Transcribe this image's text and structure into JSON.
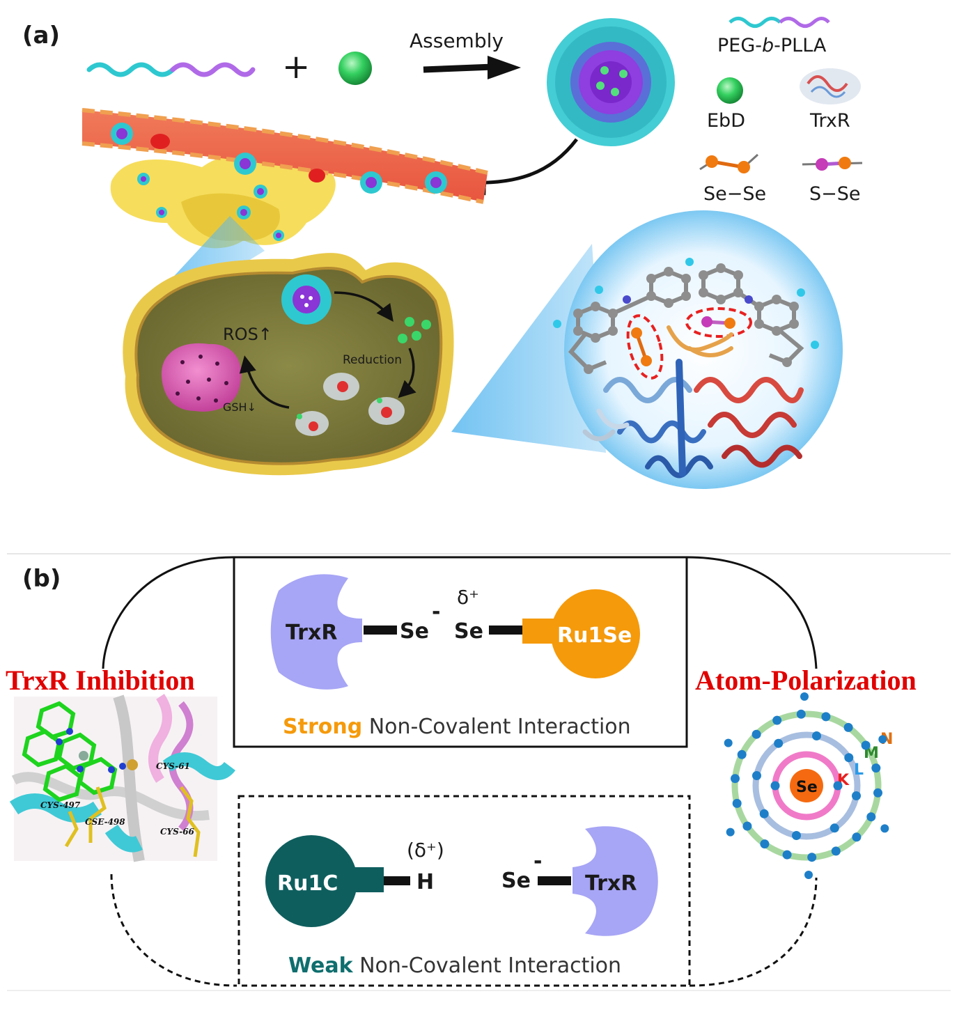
{
  "panel_a": {
    "label": "(a)",
    "assembly_label": "Assembly",
    "plus": "+",
    "legend": {
      "polymer": "PEG-",
      "polymer_italic": "b",
      "polymer_end": "-PLLA",
      "ebd": "EbD",
      "trxr": "TrxR",
      "se_se": "Se−Se",
      "s_se": "S−Se"
    },
    "cell": {
      "ros": "ROS↑",
      "reduction": "Reduction",
      "gsh": "GSH↓"
    }
  },
  "panel_b": {
    "label": "(b)",
    "left_title": "TrxR Inhibition",
    "right_title": "Atom-Polarization",
    "top_box": {
      "enzyme": "TrxR",
      "se_left": "Se",
      "charge_minus": "-",
      "delta": "δ⁺",
      "se_right": "Se",
      "compound": "Ru1Se",
      "caption_highlight": "Strong",
      "caption_rest": " Non-Covalent Interaction"
    },
    "bottom_box": {
      "compound": "Ru1C",
      "delta": "(δ⁺)",
      "h": "H",
      "se": "Se",
      "charge_minus": "-",
      "enzyme": "TrxR",
      "caption_highlight": "Weak",
      "caption_rest": " Non-Covalent Interaction"
    },
    "docking_labels": [
      "CYS-497",
      "CSE-498",
      "CYS-61",
      "CYS-66"
    ],
    "atom": {
      "nucleus": "Se",
      "shells": [
        "K",
        "L",
        "M",
        "N"
      ]
    }
  },
  "colors": {
    "cyan": "#2ec8d0",
    "purple": "#8a35d6",
    "green_bead": "#2ecc55",
    "orange": "#f59a0b",
    "teal_dark": "#0f5e5e",
    "lavender": "#a7a5f5",
    "red_title": "#e00000",
    "cell_fill": "#7a7a3c",
    "membrane": "#e9c94a"
  }
}
